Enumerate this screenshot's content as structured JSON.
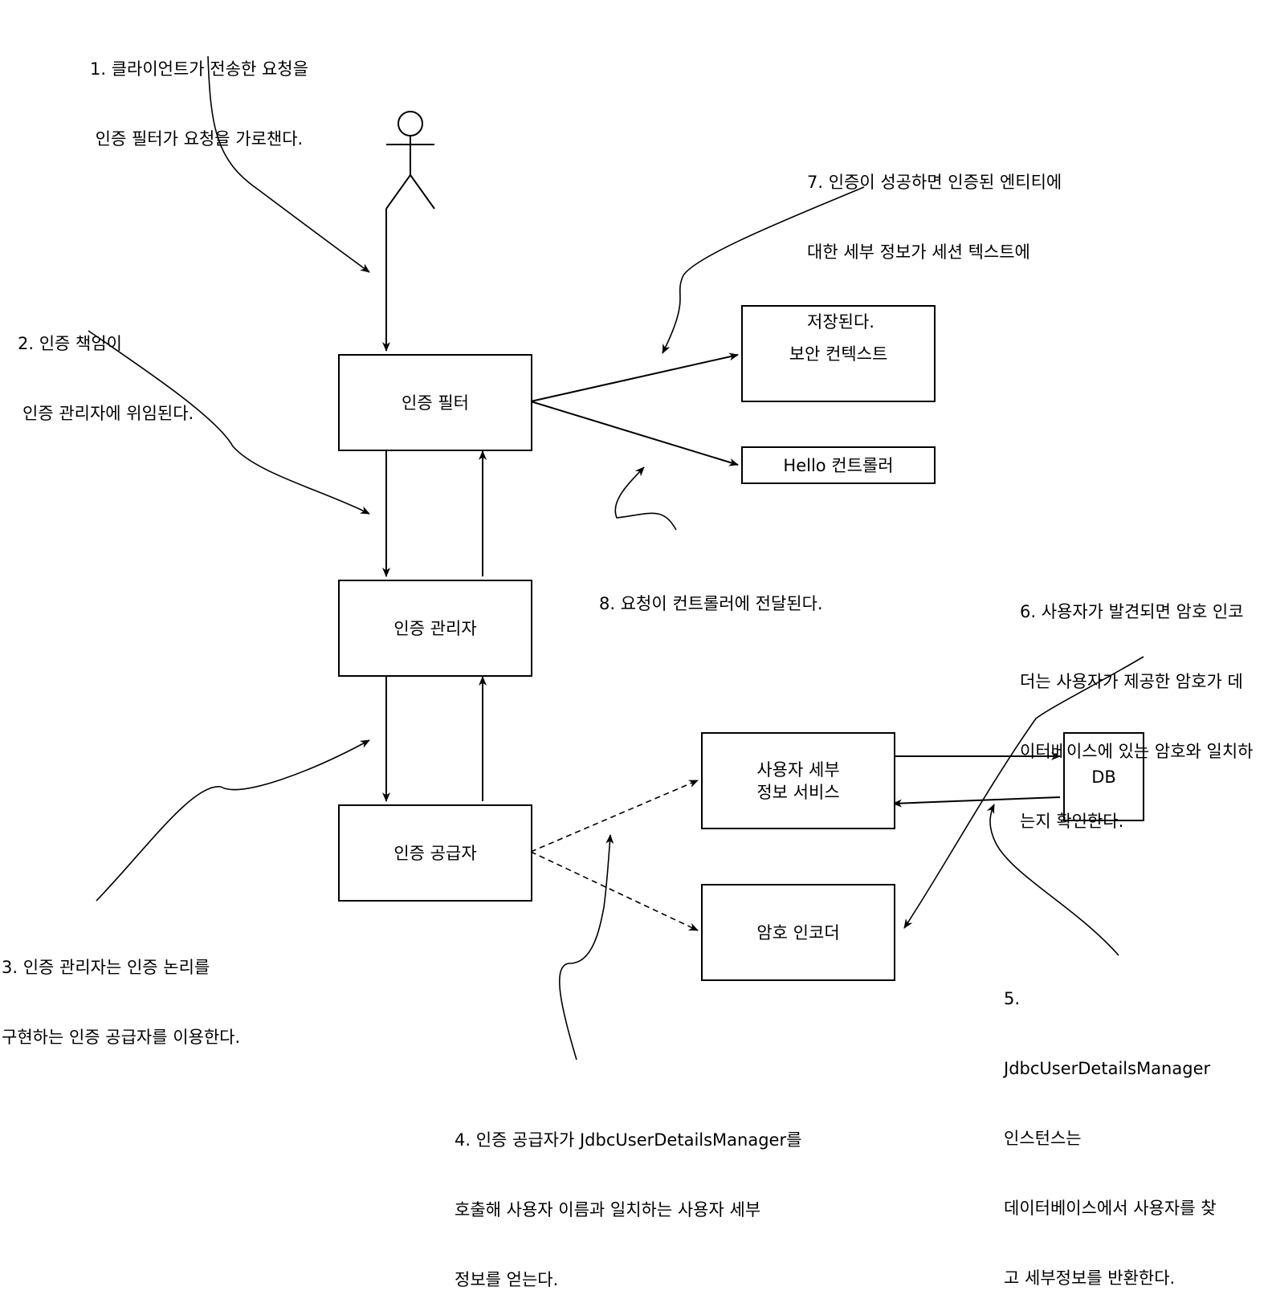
{
  "nodes": {
    "auth_filter": "인증 필터",
    "auth_manager": "인증 관리자",
    "auth_provider": "인증 공급자",
    "security_context": "보안 컨텍스트",
    "hello_controller": "Hello 컨트롤러",
    "user_details_service": {
      "line1": "사용자 세부",
      "line2": "정보 서비스"
    },
    "password_encoder": "암호 인코더",
    "db": "DB"
  },
  "annotations": {
    "step1": {
      "line1": "1. 클라이언트가 전송한 요청을",
      "line2": "인증 필터가 요청을 가로챈다."
    },
    "step2": {
      "line1": "2. 인증 책임이",
      "line2": "인증 관리자에 위임된다."
    },
    "step3": {
      "line1": "3. 인증 관리자는 인증 논리를",
      "line2": "구현하는 인증 공급자를 이용한다."
    },
    "step4": {
      "line1": "4. 인증 공급자가 JdbcUserDetailsManager를",
      "line2": "호출해 사용자 이름과 일치하는 사용자 세부",
      "line3": "정보를 얻는다."
    },
    "step5": {
      "line1": "5.",
      "line2": "JdbcUserDetailsManager",
      "line3": "인스턴스는",
      "line4": "데이터베이스에서 사용자를 찾",
      "line5": "고 세부정보를 반환한다."
    },
    "step6": {
      "line1": "6. 사용자가 발견되면 암호 인코",
      "line2": "더는 사용자가 제공한 암호가 데",
      "line3": "이터베이스에 있는 암호와 일치하",
      "line4": "는지 확인한다."
    },
    "step7": {
      "line1": "7. 인증이 성공하면 인증된 엔티티에",
      "line2": "대한 세부 정보가 세션 텍스트에",
      "line3": "저장된다."
    },
    "step8": "8. 요청이 컨트롤러에 전달된다."
  }
}
